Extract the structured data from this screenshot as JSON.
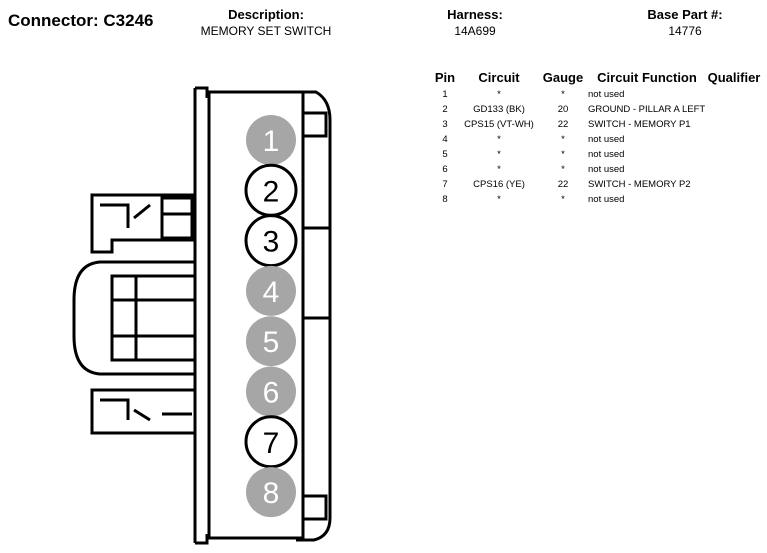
{
  "connector": {
    "label": "Connector: C3246"
  },
  "header": {
    "description_label": "Description:",
    "description_value": "MEMORY SET SWITCH",
    "harness_label": "Harness:",
    "harness_value": "14A699",
    "base_part_label": "Base Part #:",
    "base_part_value": "14776"
  },
  "table": {
    "columns": [
      "Pin",
      "Circuit",
      "Gauge",
      "Circuit Function",
      "Qualifier"
    ],
    "rows": [
      {
        "pin": "1",
        "circuit": "*",
        "gauge": "*",
        "function": "not used",
        "qualifier": ""
      },
      {
        "pin": "2",
        "circuit": "GD133 (BK)",
        "gauge": "20",
        "function": "GROUND - PILLAR A LEFT",
        "qualifier": ""
      },
      {
        "pin": "3",
        "circuit": "CPS15 (VT-WH)",
        "gauge": "22",
        "function": "SWITCH - MEMORY P1",
        "qualifier": ""
      },
      {
        "pin": "4",
        "circuit": "*",
        "gauge": "*",
        "function": "not used",
        "qualifier": ""
      },
      {
        "pin": "5",
        "circuit": "*",
        "gauge": "*",
        "function": "not used",
        "qualifier": ""
      },
      {
        "pin": "6",
        "circuit": "*",
        "gauge": "*",
        "function": "not used",
        "qualifier": ""
      },
      {
        "pin": "7",
        "circuit": "CPS16 (YE)",
        "gauge": "22",
        "function": "SWITCH - MEMORY P2",
        "qualifier": ""
      },
      {
        "pin": "8",
        "circuit": "*",
        "gauge": "*",
        "function": "not used",
        "qualifier": ""
      }
    ]
  },
  "diagram": {
    "pins": [
      {
        "label": "1",
        "used": false
      },
      {
        "label": "2",
        "used": true
      },
      {
        "label": "3",
        "used": true
      },
      {
        "label": "4",
        "used": false
      },
      {
        "label": "5",
        "used": false
      },
      {
        "label": "6",
        "used": false
      },
      {
        "label": "7",
        "used": true
      },
      {
        "label": "8",
        "used": false
      }
    ],
    "colors": {
      "unused_fill": "#a6a6a6",
      "used_fill": "#ffffff",
      "line": "#000000"
    }
  }
}
